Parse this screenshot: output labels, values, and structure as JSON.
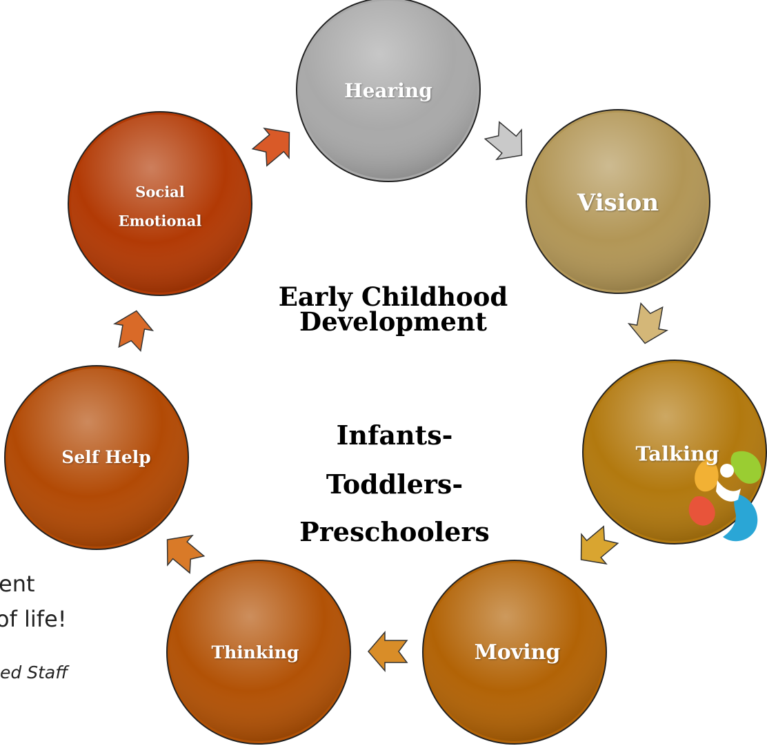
{
  "diagram": {
    "center": {
      "line1": "Early Childhood",
      "line2": "Development",
      "line3": "Infants-",
      "line4": "Toddlers-",
      "line5": "Preschoolers"
    },
    "nodes": [
      {
        "id": "hearing",
        "label": "Hearing",
        "color": "#a9a9a9"
      },
      {
        "id": "vision",
        "label": "Vision",
        "color": "#b29656"
      },
      {
        "id": "talking",
        "label": "Talking",
        "color": "#b2790f"
      },
      {
        "id": "moving",
        "label": "Moving",
        "color": "#b26306"
      },
      {
        "id": "thinking",
        "label": "Thinking",
        "color": "#b25206"
      },
      {
        "id": "self_help",
        "label": "Self Help",
        "color": "#b24a05"
      },
      {
        "id": "social_emotional",
        "label_line1": "Social",
        "label_line2": "Emotional",
        "color": "#b23a05"
      }
    ],
    "arrow_colors": [
      "#c9c9c9",
      "#d4b778",
      "#d9a530",
      "#d98d28",
      "#d97a28",
      "#d96a28",
      "#d95a28"
    ]
  },
  "side_text": {
    "line1": "ent",
    "line2": "of life!",
    "line3": "ed Staff"
  },
  "logo": {
    "colors": [
      "#f2b134",
      "#9acd32",
      "#2aa6d6",
      "#e8543a"
    ]
  }
}
